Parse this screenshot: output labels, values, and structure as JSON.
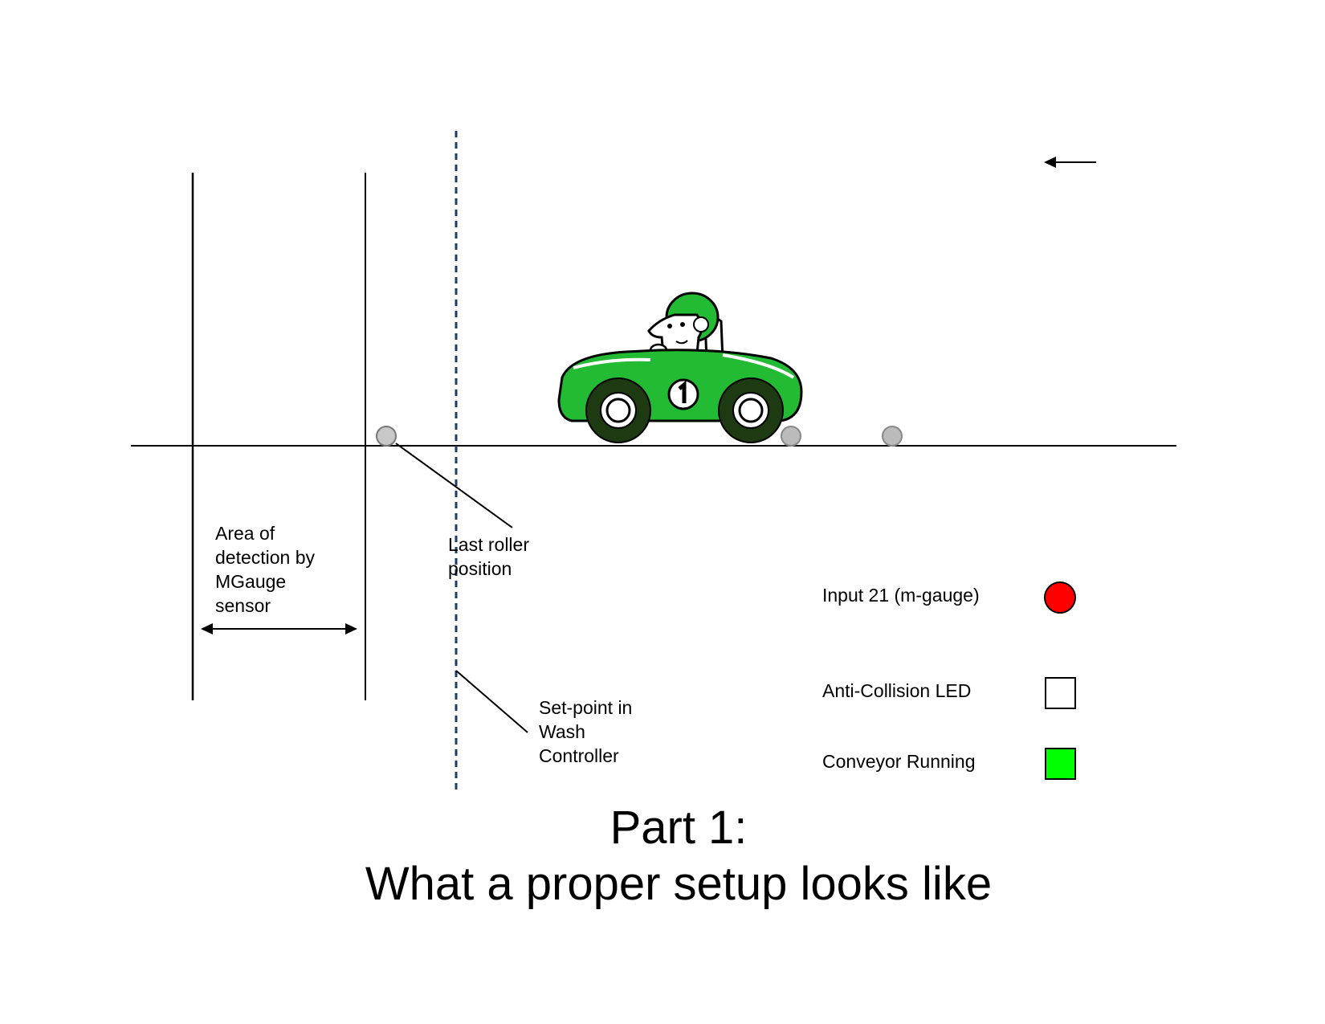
{
  "labels": {
    "area": "Area of\ndetection by\nMGauge\nsensor",
    "last_roller": "Last roller\nposition",
    "setpoint": "Set-point in\nWash\nController"
  },
  "indicators": [
    {
      "label": "Input 21 (m-gauge)",
      "shape": "circle",
      "color": "#ff0000"
    },
    {
      "label": "Anti-Collision LED",
      "shape": "square",
      "color": "#ffffff"
    },
    {
      "label": "Conveyor Running",
      "shape": "square",
      "color": "#00ff00"
    }
  ],
  "title": {
    "line1": "Part 1:",
    "line2": "What a proper setup looks like"
  },
  "colors": {
    "car_body": "#22bb33",
    "tire": "#1e3a12",
    "roller": "#bbbbbb",
    "setpoint_line": "#1f3a66"
  }
}
